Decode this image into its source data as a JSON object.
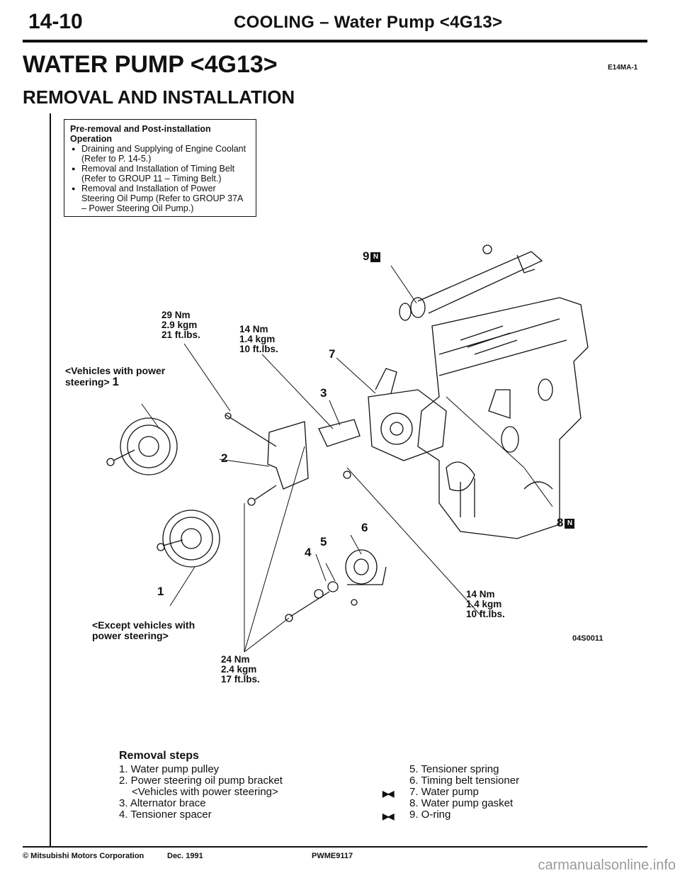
{
  "header": {
    "page_number": "14-10",
    "title": "COOLING – Water Pump <4G13>"
  },
  "section": {
    "title": "WATER PUMP <4G13>",
    "code": "E14MA-1",
    "subtitle": "REMOVAL AND INSTALLATION"
  },
  "pre_removal": {
    "heading_line1": "Pre-removal and Post-installation",
    "heading_line2": "Operation",
    "items": [
      "Draining and Supplying of Engine Coolant (Refer to P. 14-5.)",
      "Removal and Installation of Timing Belt (Refer to GROUP 11 – Timing Belt.)",
      "Removal and Installation of Power Steering Oil Pump (Refer to GROUP 37A – Power Steering Oil Pump.)"
    ]
  },
  "diagram": {
    "vehicles_with_ps_line1": "<Vehicles with power",
    "vehicles_with_ps_line2": "steering>",
    "except_ps_line1": "<Except vehicles with",
    "except_ps_line2": "power steering>",
    "torque_29": [
      "29 Nm",
      "2.9 kgm",
      "21 ft.lbs."
    ],
    "torque_14_top": [
      "14 Nm",
      "1.4 kgm",
      "10 ft.lbs."
    ],
    "torque_14_right": [
      "14 Nm",
      "1.4 kgm",
      "10 ft.lbs."
    ],
    "torque_24": [
      "24 Nm",
      "2.4 kgm",
      "17 ft.lbs."
    ],
    "part_numbers": {
      "p1a": "1",
      "p1b": "1",
      "p2": "2",
      "p3": "3",
      "p4": "4",
      "p5": "5",
      "p6": "6",
      "p7": "7",
      "p8": "8",
      "p9": "9"
    },
    "new_part_symbol": "N",
    "figure_code": "04S0011"
  },
  "removal_steps": {
    "title": "Removal steps",
    "left": [
      "1. Water pump pulley",
      "2. Power steering oil pump bracket",
      "<Vehicles with power steering>",
      "3. Alternator brace",
      "4. Tensioner spacer"
    ],
    "right": [
      "5. Tensioner spring",
      "6. Timing belt tensioner",
      "7. Water pump",
      "8. Water pump gasket",
      "9. O-ring"
    ],
    "install_mark": "▶◀"
  },
  "footer": {
    "copyright": "© Mitsubishi Motors Corporation",
    "date": "Dec. 1991",
    "code": "PWME9117",
    "watermark": "carmanualsonline.info"
  }
}
